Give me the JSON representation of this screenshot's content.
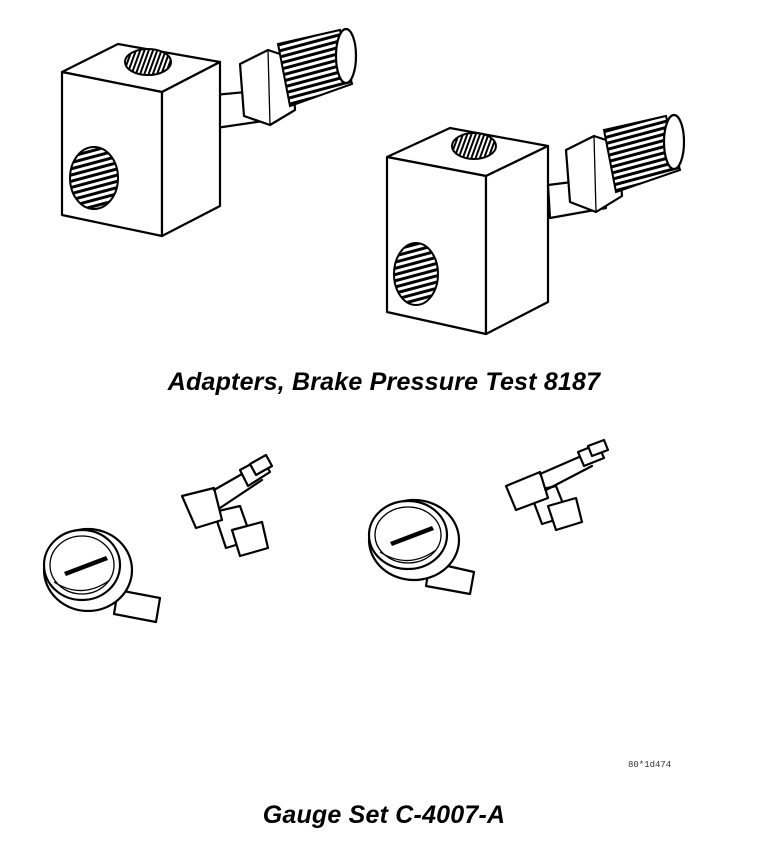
{
  "captions": {
    "adapters": "Adapters, Brake Pressure Test 8187",
    "gauge": "Gauge Set C-4007-A"
  },
  "figure_ref": "80*1d474"
}
